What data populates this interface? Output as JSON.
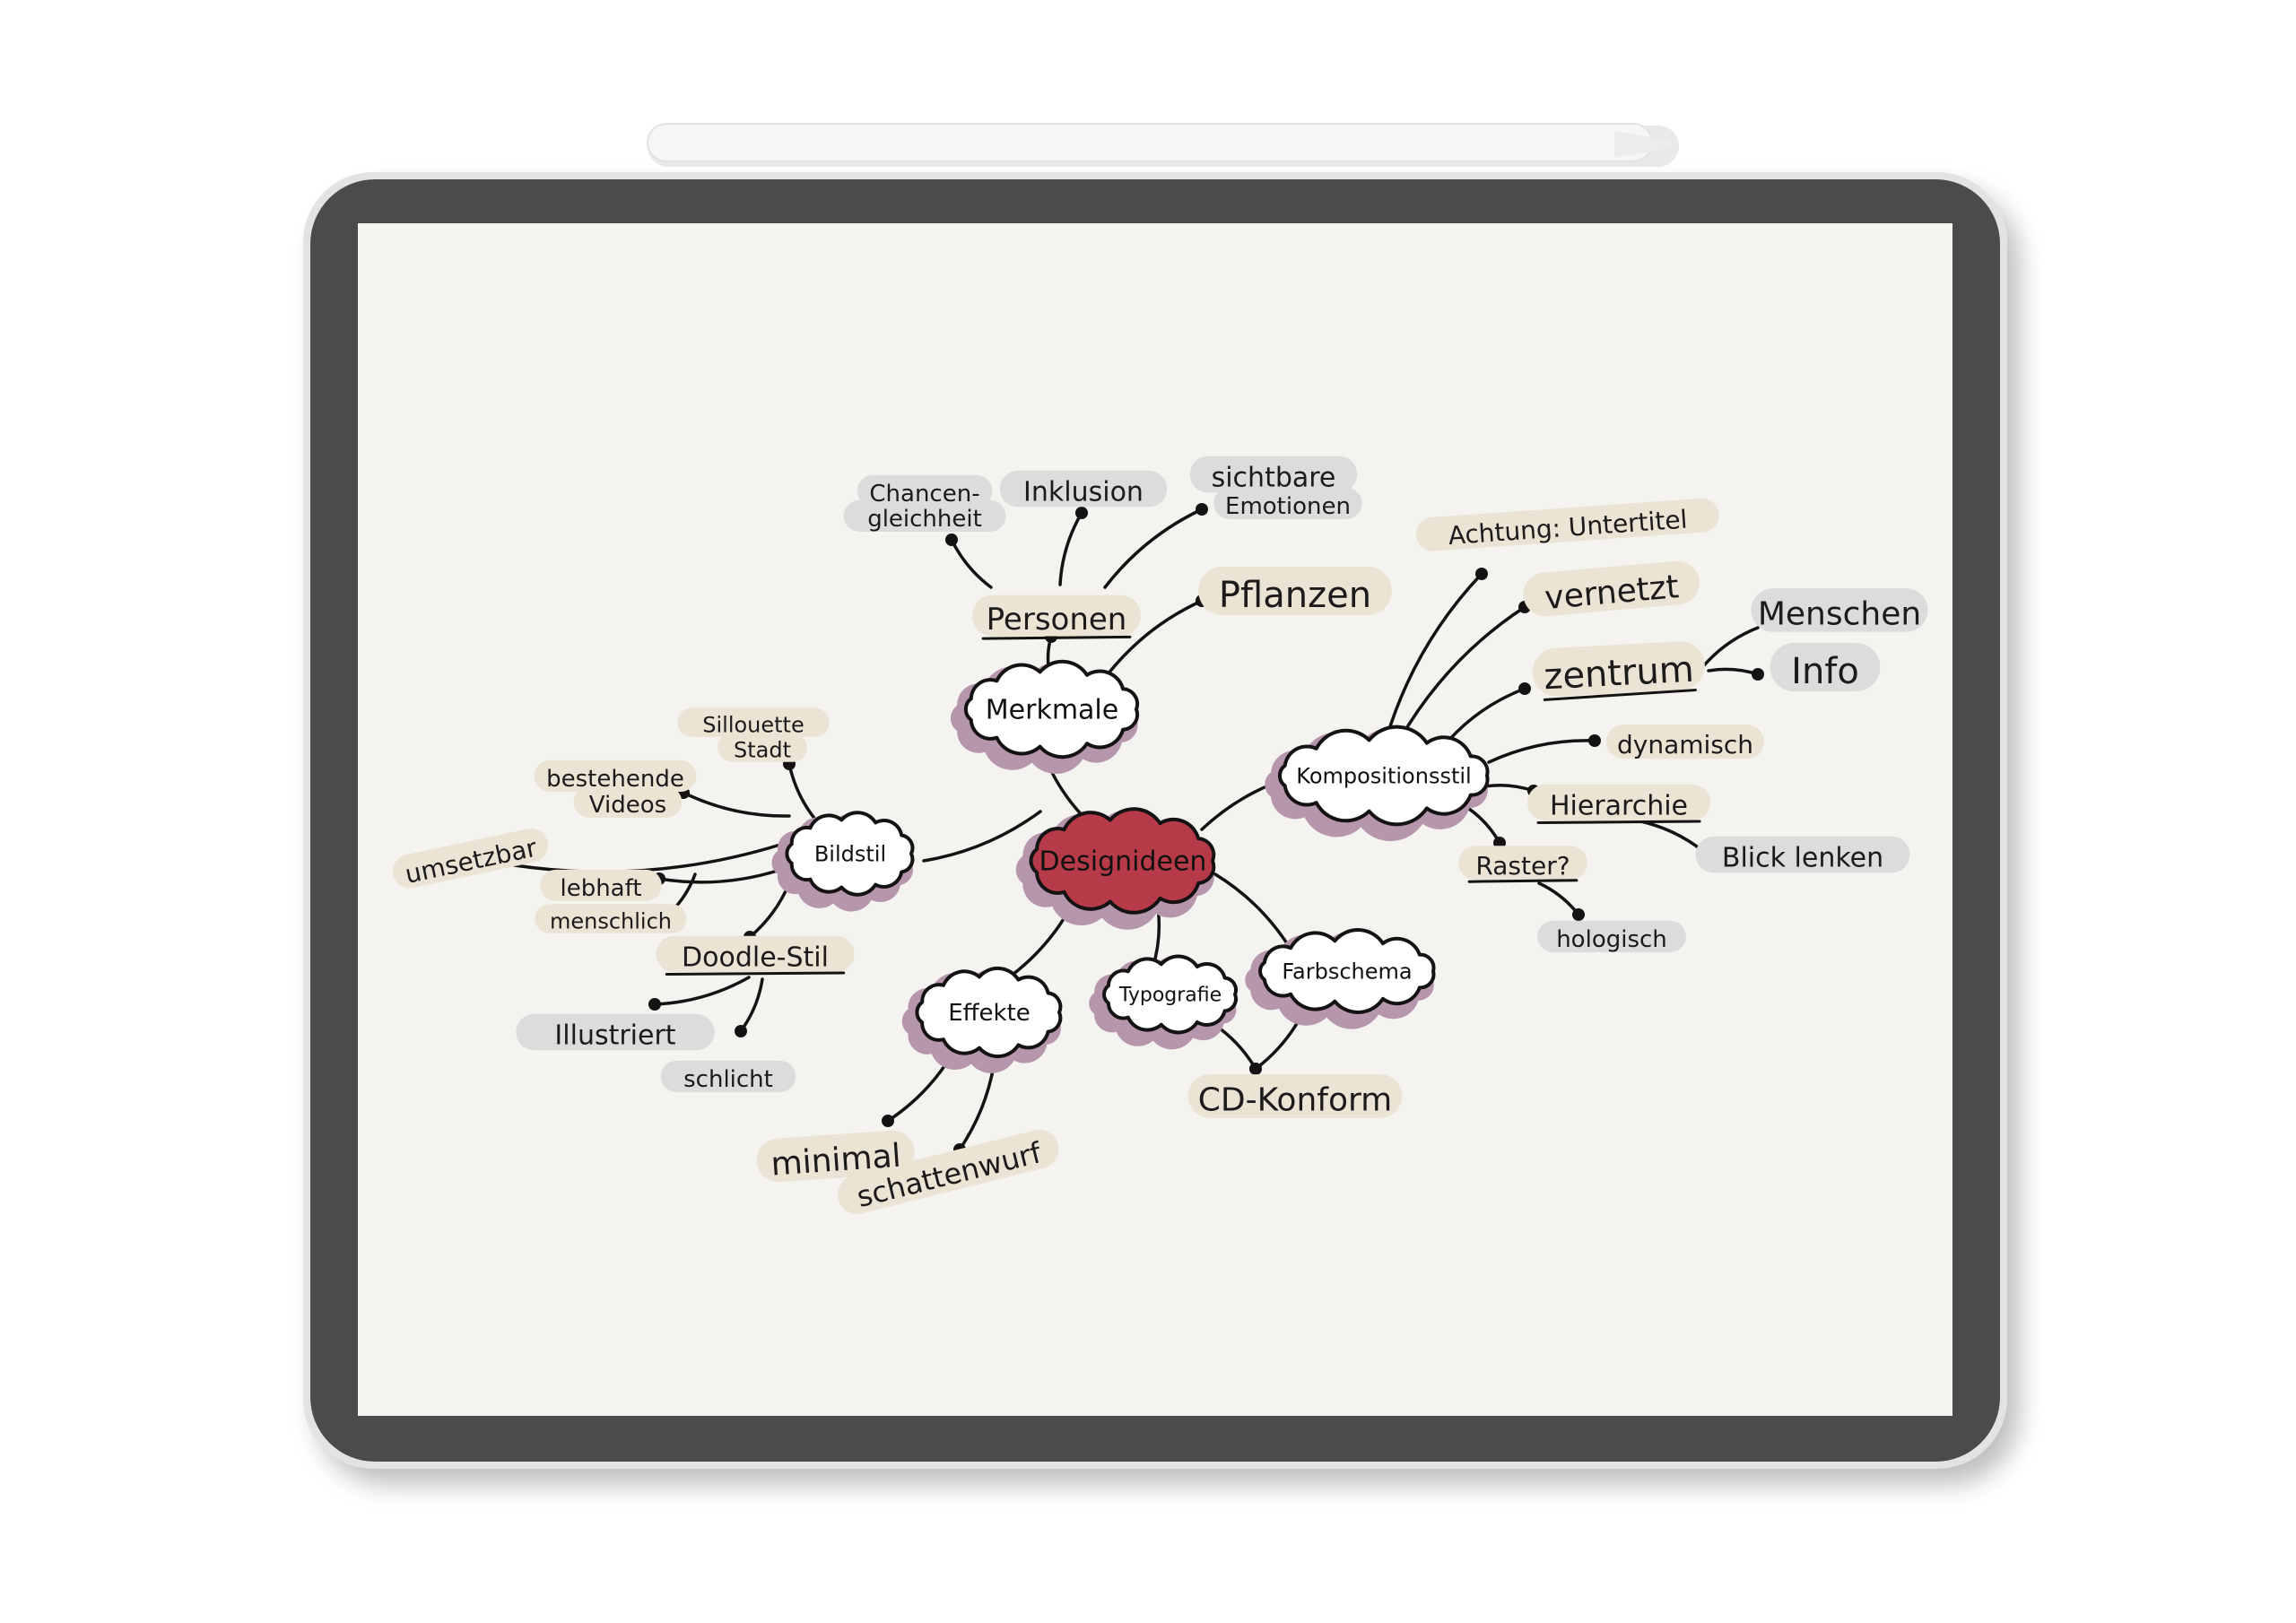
{
  "colors": {
    "device_frame": "#4b4b4b",
    "device_bezel_edge": "#d9d9d9",
    "screen_bg": "#f4f3ef",
    "pencil": "#f4f4f4",
    "center_cloud": "#b63a48",
    "cloud_shadow": "#b596ad",
    "highlight_beige": "#ebe3d3",
    "highlight_gray": "#dcdcdc",
    "ink": "#141212"
  },
  "mindmap": {
    "center": "Designideen",
    "branches": {
      "merkmale": "Merkmale",
      "bildstil": "Bildstil",
      "kompositionsstil": "Kompositionsstil",
      "effekte": "Effekte",
      "typografie": "Typografie",
      "farbschema": "Farbschema"
    },
    "leaves": {
      "personen": "Personen",
      "chancengleichheit_1": "Chancen-",
      "chancengleichheit_2": "gleichheit",
      "inklusion": "Inklusion",
      "sichtbare": "sichtbare",
      "emotionen": "Emotionen",
      "pflanzen": "Pflanzen",
      "achtung": "Achtung: Untertitel",
      "vernetzt": "vernetzt",
      "zentrum": "zentrum",
      "menschen": "Menschen",
      "info": "Info",
      "dynamisch": "dynamisch",
      "hierarchie": "Hierarchie",
      "blick": "Blick lenken",
      "raster": "Raster?",
      "hologisch": "hologisch",
      "sillouette": "Sillouette",
      "stadt": "Stadt",
      "bestehende": "bestehende",
      "videos": "Videos",
      "umsetzbar": "umsetzbar",
      "lebhaft": "lebhaft",
      "menschlich": "menschlich",
      "doodle": "Doodle-Stil",
      "illustriert": "Illustriert",
      "schlicht": "schlicht",
      "minimal": "minimal",
      "schattenwurf": "schattenwurf",
      "cdkonform": "CD-Konform"
    }
  }
}
